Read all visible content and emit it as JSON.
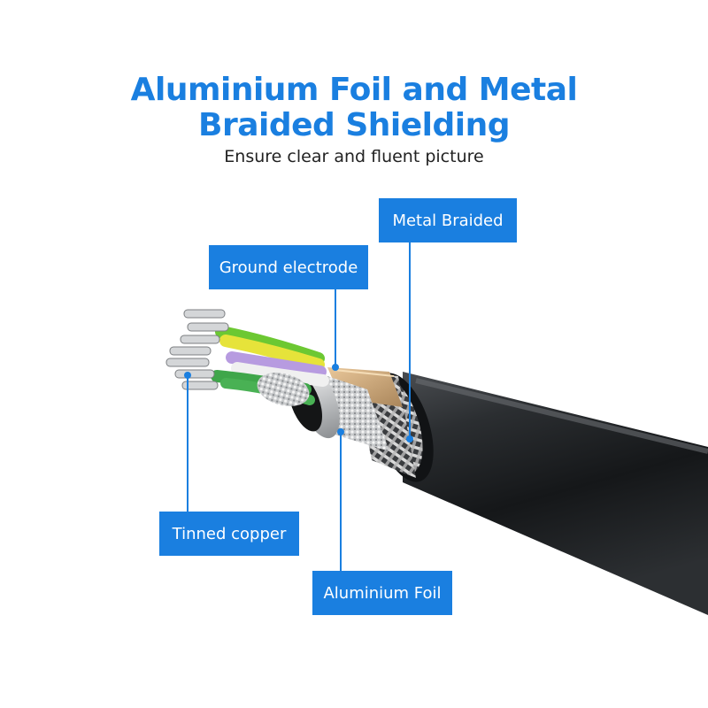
{
  "title": {
    "line1": "Aluminium Foil and Metal",
    "line2": "Braided Shielding"
  },
  "subtitle": "Ensure clear and fluent picture",
  "labels": {
    "metal_braided": "Metal Braided",
    "ground_electrode": "Ground electrode",
    "tinned_copper": "Tinned copper",
    "aluminium_foil": "Aluminium Foil"
  },
  "colors": {
    "accent": "#1a7fe0",
    "cable_jacket": "#2a2d30",
    "wire_colors": [
      "#6cc832",
      "#e6e33a",
      "#b79be0",
      "#f0f0f0",
      "#3fa64a"
    ]
  }
}
